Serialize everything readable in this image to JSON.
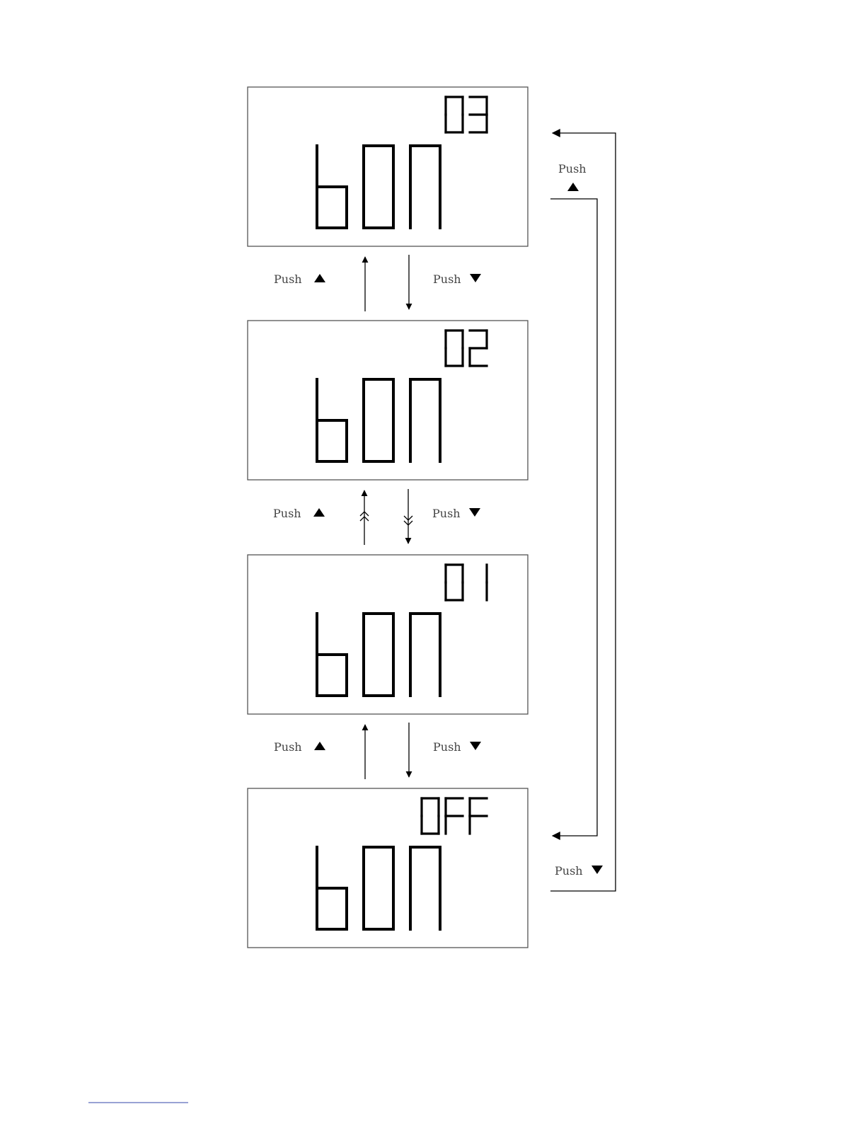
{
  "diagram": {
    "screens": [
      {
        "id": "screen-03",
        "top_label": "03",
        "main_label": "bON"
      },
      {
        "id": "screen-02",
        "top_label": "02",
        "main_label": "bON"
      },
      {
        "id": "screen-01",
        "top_label": "01",
        "main_label": "bON"
      },
      {
        "id": "screen-off",
        "top_label": "OFF",
        "main_label": "bON"
      }
    ],
    "push_label": "Push",
    "up_button_icon": "up-triangle-icon",
    "down_button_icon": "down-triangle-icon"
  },
  "colors": {
    "line": "#000000",
    "screen_border": "#555555",
    "label_text": "#444444"
  }
}
